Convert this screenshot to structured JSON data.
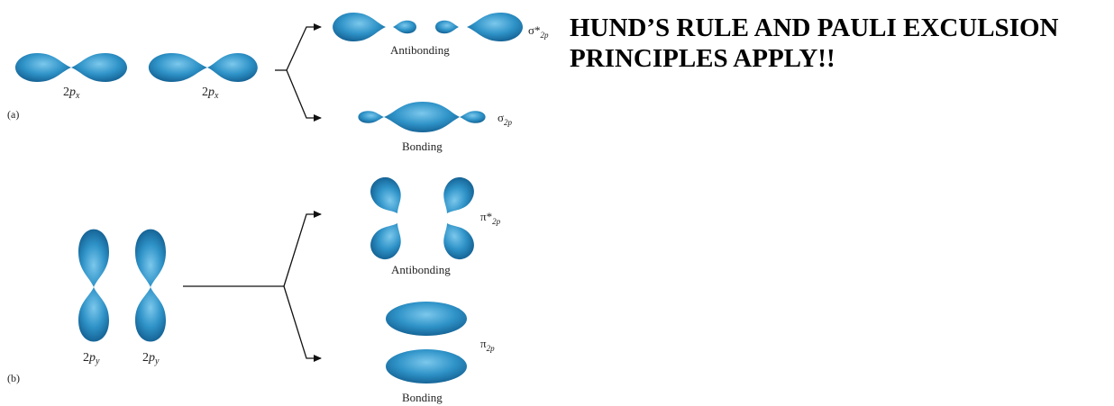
{
  "headline": {
    "line1": "HUND’S RULE AND PAULI EXCULSION",
    "line2": "PRINCIPLES APPLY!!"
  },
  "colors": {
    "orbital_light": "#7cc8ec",
    "orbital_mid": "#2f93c8",
    "orbital_dark": "#135f91",
    "line": "#111111",
    "text": "#222222"
  },
  "panel_a": {
    "panel_label": "(a)",
    "atomic_orbital_1": {
      "main": "2",
      "sub_italic": "p",
      "subscript": "x"
    },
    "atomic_orbital_2": {
      "main": "2",
      "sub_italic": "p",
      "subscript": "x"
    },
    "antibonding": {
      "caption": "Antibonding",
      "symbol_main": "σ*",
      "symbol_sub": "2p"
    },
    "bonding": {
      "caption": "Bonding",
      "symbol_main": "σ",
      "symbol_sub": "2p"
    }
  },
  "panel_b": {
    "panel_label": "(b)",
    "atomic_orbital_1": {
      "main": "2",
      "sub_italic": "p",
      "subscript": "y"
    },
    "atomic_orbital_2": {
      "main": "2",
      "sub_italic": "p",
      "subscript": "y"
    },
    "antibonding": {
      "caption": "Antibonding",
      "symbol_main": "π*",
      "symbol_sub": "2p"
    },
    "bonding": {
      "caption": "Bonding",
      "symbol_main": "π",
      "symbol_sub": "2p"
    }
  }
}
